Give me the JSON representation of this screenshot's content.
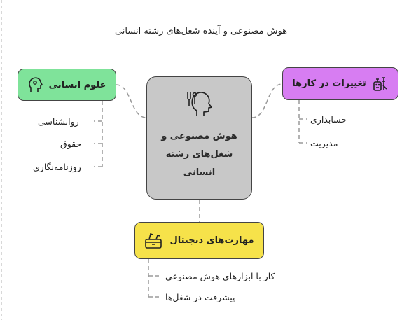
{
  "title": "هوش مصنوعی و آینده شغل‌های رشته انسانی",
  "center": {
    "lines": [
      "هوش مصنوعی و",
      "شغل‌های رشته",
      "انسانی"
    ],
    "icon": "human-head-profile-icon"
  },
  "left_branch": {
    "label": "علوم انسانی",
    "icon": "head-profile-icon",
    "color": "#7fe39a",
    "items": [
      "روانشناسی",
      "حقوق",
      "روزنامه‌نگاری"
    ]
  },
  "right_branch": {
    "label": "تغییرات در کارها",
    "icon": "robot-tools-icon",
    "color": "#d77df2",
    "items": [
      "حسابداری",
      "مدیریت"
    ]
  },
  "bottom_branch": {
    "label": "مهارت‌های دیجیتال",
    "icon": "toolbox-icon",
    "color": "#f6e24a",
    "items": [
      "کار با ابزارهای هوش مصنوعی",
      "پیشرفت در شغل‌ها"
    ]
  }
}
